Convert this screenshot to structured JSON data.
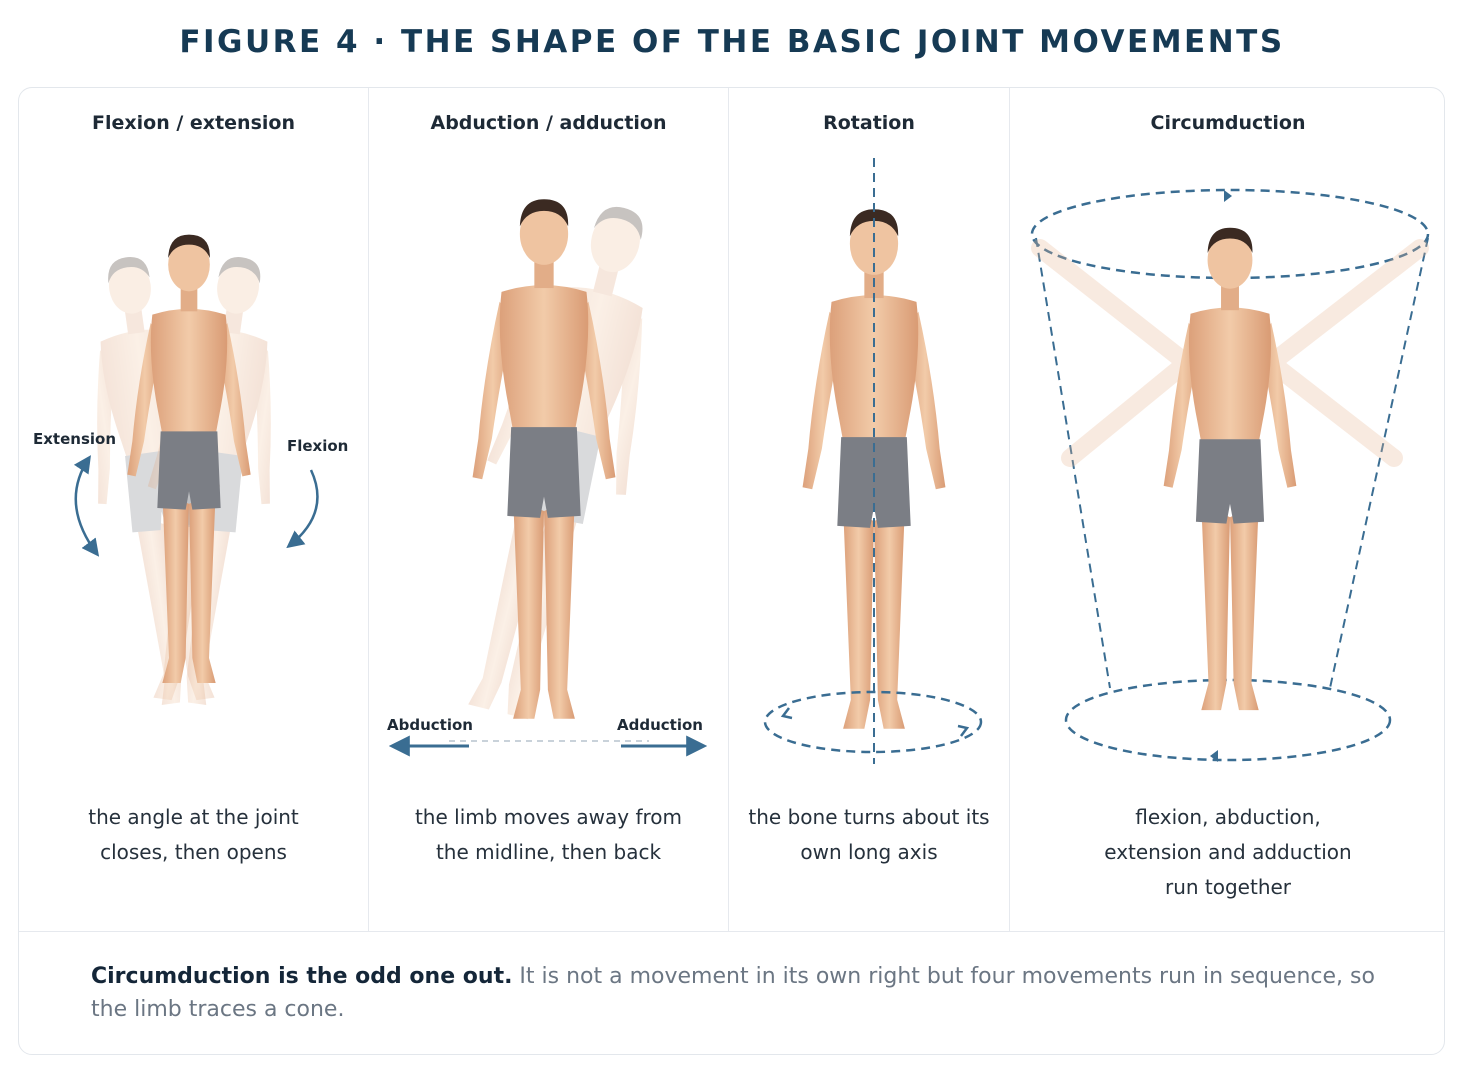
{
  "figure": {
    "title": "FIGURE 4 · THE SHAPE OF THE BASIC JOINT MOVEMENTS"
  },
  "panels": [
    {
      "title": "Flexion / extension",
      "labels": [
        "Extension",
        "Flexion"
      ],
      "caption": [
        "the angle at the joint",
        "closes, then opens"
      ]
    },
    {
      "title": "Abduction / adduction",
      "labels": [
        "Abduction",
        "Adduction"
      ],
      "caption": [
        "the limb moves away from",
        "the midline, then back"
      ]
    },
    {
      "title": "Rotation",
      "caption": [
        "the bone turns about its",
        "own long axis"
      ]
    },
    {
      "title": "Circumduction",
      "caption": [
        "flexion, abduction,",
        "extension and adduction",
        "run together"
      ]
    }
  ],
  "note": {
    "strong": "Circumduction is the odd one out.",
    "text": " It is not a movement in its own right but four movements run in sequence, so the limb traces a cone."
  },
  "colors": {
    "accent": "#3a6d92",
    "title": "#163a54",
    "skin": "#efc4a1",
    "shorts": "#7b7e85"
  }
}
